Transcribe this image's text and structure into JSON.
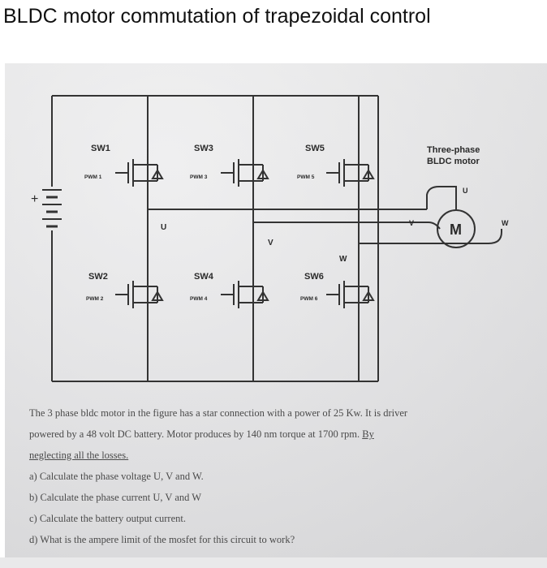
{
  "page": {
    "title": "BLDC motor commutation of trapezoidal control"
  },
  "circuit": {
    "switches": [
      {
        "id": "SW1",
        "pwm": "PWM 1"
      },
      {
        "id": "SW3",
        "pwm": "PWM 3"
      },
      {
        "id": "SW5",
        "pwm": "PWM 5"
      },
      {
        "id": "SW2",
        "pwm": "PWM 2"
      },
      {
        "id": "SW4",
        "pwm": "PWM 4"
      },
      {
        "id": "SW6",
        "pwm": "PWM 6"
      }
    ],
    "phase_labels": {
      "u": "U",
      "v": "V",
      "w": "W"
    },
    "motor": {
      "caption_line1": "Three-phase",
      "caption_line2": "BLDC motor",
      "symbol": "M",
      "terminal_u": "U",
      "terminal_v": "V",
      "terminal_w": "W"
    },
    "battery_plus": "+"
  },
  "question": {
    "line1": "The 3 phase bldc motor in the figure has a star connection with a power of 25 Kw. It is driver",
    "line2_pre": "powered by a 48 volt DC battery. Motor produces by 140 nm torque at 1700 rpm. ",
    "line2_ul": "By",
    "line3": "neglecting all the losses.",
    "part_a": "a) Calculate the phase voltage U, V and W.",
    "part_b": "b) Calculate the phase current U, V and W",
    "part_c": "c) Calculate the battery output current.",
    "part_d": "d) What is the ampere limit of the mosfet for this circuit to work?"
  }
}
